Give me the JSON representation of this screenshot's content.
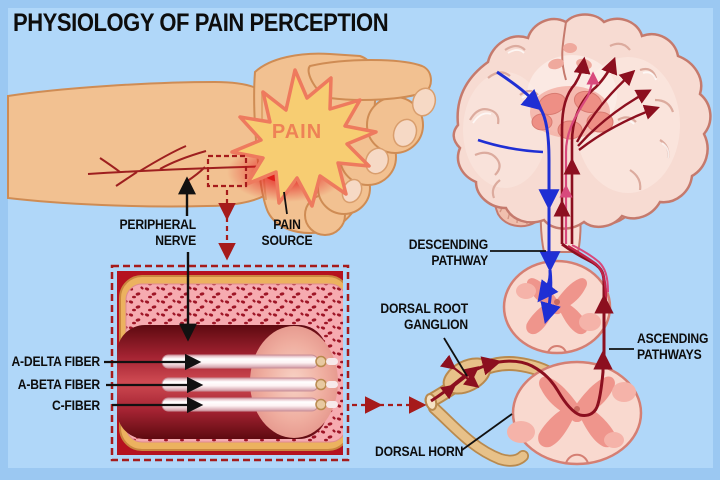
{
  "title": "PHYSIOLOGY OF PAIN PERCEPTION",
  "pain_star": {
    "label": "PAIN"
  },
  "labels": {
    "peripheral_nerve": "PERIPHERAL\nNERVE",
    "pain_source": "PAIN\nSOURCE",
    "a_delta_fiber": "A-DELTA FIBER",
    "a_beta_fiber": "A-BETA FIBER",
    "c_fiber": "C-FIBER",
    "descending_pathway": "DESCENDING\nPATHWAY",
    "dorsal_root_ganglion": "DORSAL ROOT\nGANGLION",
    "ascending_pathways": "ASCENDING\nPATHWAYS",
    "dorsal_horn": "DORSAL HORN"
  },
  "colors": {
    "background_outer": "#9bc8f2",
    "background_panel": "#b0d7f9",
    "title_text": "#0d0d0d",
    "label_text": "#0d0d0d",
    "dashed_annotation_red": "#a61b1b",
    "ascending_pathway_red": "#8c0f1f",
    "descending_pathway_blue": "#1f2fd4",
    "pathway_pink": "#d8497c",
    "star_fill": "#f7cd72",
    "star_stroke": "#ee7a5e",
    "pain_text": "#ee8256",
    "skin": "#f2c191",
    "nerve_box_red": "#b5121f",
    "nerve_sheath_tan": "#ecb25f",
    "brain_fill": "#f7dbd2",
    "cord_gray_matter": "#ef958c"
  }
}
